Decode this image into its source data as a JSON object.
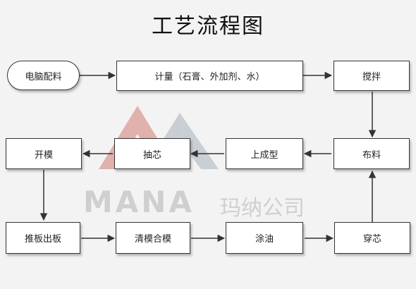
{
  "title": "工艺流程图",
  "watermark": {
    "brand": "MANA",
    "company": "玛纳公司"
  },
  "nodes": {
    "mix": "电脑配料",
    "measure": "计量（石膏、外加剂、水）",
    "stir": "搅拌",
    "pour": "布料",
    "shape": "上成型",
    "core": "抽芯",
    "open": "开模",
    "push": "推板出板",
    "clean": "清模合模",
    "oil": "涂油",
    "insert": "穿芯"
  },
  "colors": {
    "node_border": "#333333",
    "edge": "#333333",
    "watermark_red": "#c0392b"
  }
}
